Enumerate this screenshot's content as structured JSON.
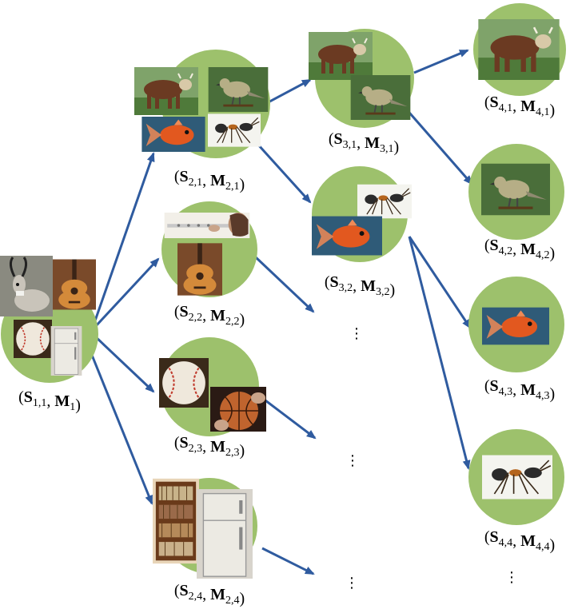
{
  "colors": {
    "circle": "#9dc16c",
    "arrow": "#2f5b9f",
    "cow_body": "#6b3a22",
    "grass": "#4f7a3a",
    "bird": "#b6ae86",
    "fish": "#e2581f",
    "water": "#2f5b78",
    "ant": "#2b2b2b",
    "guitar": "#d48a3a",
    "ball": "#efe8dc",
    "ball_seam": "#c0392b",
    "basketball": "#c0642e",
    "fridge": "#eceae3",
    "shelf": "#6a3a1a",
    "antelope": "#c9c4ba",
    "flute": "#c8c8c8"
  },
  "nodes": [
    {
      "id": "n11",
      "label": {
        "S": "S",
        "s_sub": "1,1",
        "M": "M",
        "m_sub": "1"
      },
      "icons": [
        "antelope-image",
        "guitar-image",
        "baseball-image",
        "refrigerator-image"
      ]
    },
    {
      "id": "n21",
      "label": {
        "S": "S",
        "s_sub": "2,1",
        "M": "M",
        "m_sub": "2,1"
      },
      "icons": [
        "cow-image",
        "bird-image",
        "goldfish-image",
        "ant-image"
      ]
    },
    {
      "id": "n22",
      "label": {
        "S": "S",
        "s_sub": "2,2",
        "M": "M",
        "m_sub": "2,2"
      },
      "icons": [
        "flute-image",
        "guitar-image"
      ]
    },
    {
      "id": "n23",
      "label": {
        "S": "S",
        "s_sub": "2,3",
        "M": "M",
        "m_sub": "2,3"
      },
      "icons": [
        "baseball-image",
        "basketball-image"
      ]
    },
    {
      "id": "n24",
      "label": {
        "S": "S",
        "s_sub": "2,4",
        "M": "M",
        "m_sub": "2,4"
      },
      "icons": [
        "bookshelf-image",
        "refrigerator-image"
      ]
    },
    {
      "id": "n31",
      "label": {
        "S": "S",
        "s_sub": "3,1",
        "M": "M",
        "m_sub": "3,1"
      },
      "icons": [
        "cow-image",
        "bird-image"
      ]
    },
    {
      "id": "n32",
      "label": {
        "S": "S",
        "s_sub": "3,2",
        "M": "M",
        "m_sub": "3,2"
      },
      "icons": [
        "ant-image",
        "goldfish-image"
      ]
    },
    {
      "id": "n41",
      "label": {
        "S": "S",
        "s_sub": "4,1",
        "M": "M",
        "m_sub": "4,1"
      },
      "icons": [
        "cow-image"
      ]
    },
    {
      "id": "n42",
      "label": {
        "S": "S",
        "s_sub": "4,2",
        "M": "M",
        "m_sub": "4,2"
      },
      "icons": [
        "bird-image"
      ]
    },
    {
      "id": "n43",
      "label": {
        "S": "S",
        "s_sub": "4,3",
        "M": "M",
        "m_sub": "4,3"
      },
      "icons": [
        "goldfish-image"
      ]
    },
    {
      "id": "n44",
      "label": {
        "S": "S",
        "s_sub": "4,4",
        "M": "M",
        "m_sub": "4,4"
      },
      "icons": [
        "ant-image"
      ]
    }
  ],
  "edges": [
    {
      "from": "n11",
      "to": "n21"
    },
    {
      "from": "n11",
      "to": "n22"
    },
    {
      "from": "n11",
      "to": "n23"
    },
    {
      "from": "n11",
      "to": "n24"
    },
    {
      "from": "n21",
      "to": "n31"
    },
    {
      "from": "n21",
      "to": "n32"
    },
    {
      "from": "n31",
      "to": "n41"
    },
    {
      "from": "n31",
      "to": "n42"
    },
    {
      "from": "n32",
      "to": "n43"
    },
    {
      "from": "n32",
      "to": "n44"
    },
    {
      "from": "n22",
      "to": "dots-a"
    },
    {
      "from": "n23",
      "to": "dots-b"
    },
    {
      "from": "n24",
      "to": "dots-c"
    }
  ],
  "ellipsis": "⋮"
}
